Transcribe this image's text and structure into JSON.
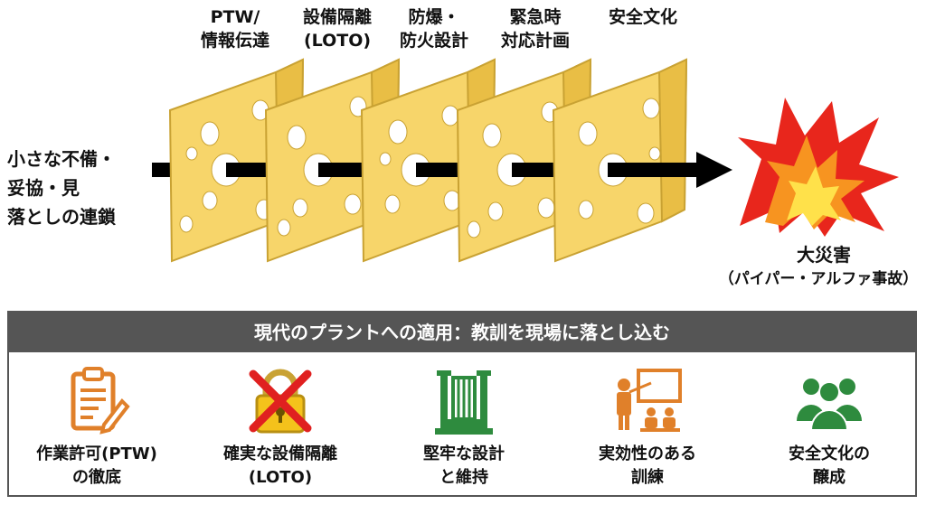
{
  "layers": [
    {
      "label": "PTW/\n情報伝達"
    },
    {
      "label": "設備隔離\n(LOTO)"
    },
    {
      "label": "防爆・\n防火設計"
    },
    {
      "label": "緊急時\n対応計画"
    },
    {
      "label": "安全文化"
    }
  ],
  "cause": {
    "label": "小さな不備・\n妥協・見\n落としの連鎖"
  },
  "disaster": {
    "title": "大災害",
    "subtitle": "（パイパー・アルファ事故）"
  },
  "applications": {
    "title": "現代のプラントへの適用：教訓を現場に落とし込む",
    "items": [
      {
        "label": "作業許可(PTW)\nの徹底",
        "icon": "clipboard-pen-icon"
      },
      {
        "label": "確実な設備隔離\n(LOTO)",
        "icon": "padlock-crossed-icon"
      },
      {
        "label": "堅牢な設計\nと維持",
        "icon": "industrial-structure-icon"
      },
      {
        "label": "実効性のある\n訓練",
        "icon": "training-presentation-icon"
      },
      {
        "label": "安全文化の\n醸成",
        "icon": "group-people-icon"
      }
    ]
  },
  "colors": {
    "cheese": "#F7D56A",
    "cheese_edge": "#C9A233",
    "hole": "#FFFFFF",
    "arrow": "#000000",
    "explosion_outer": "#E8261C",
    "explosion_mid": "#F79420",
    "explosion_inner": "#FFE14A",
    "panel_header": "#555555",
    "icon_orange": "#E0802A",
    "icon_green": "#2E8B3E",
    "icon_red": "#E02020",
    "icon_yellow": "#F4C21B"
  }
}
